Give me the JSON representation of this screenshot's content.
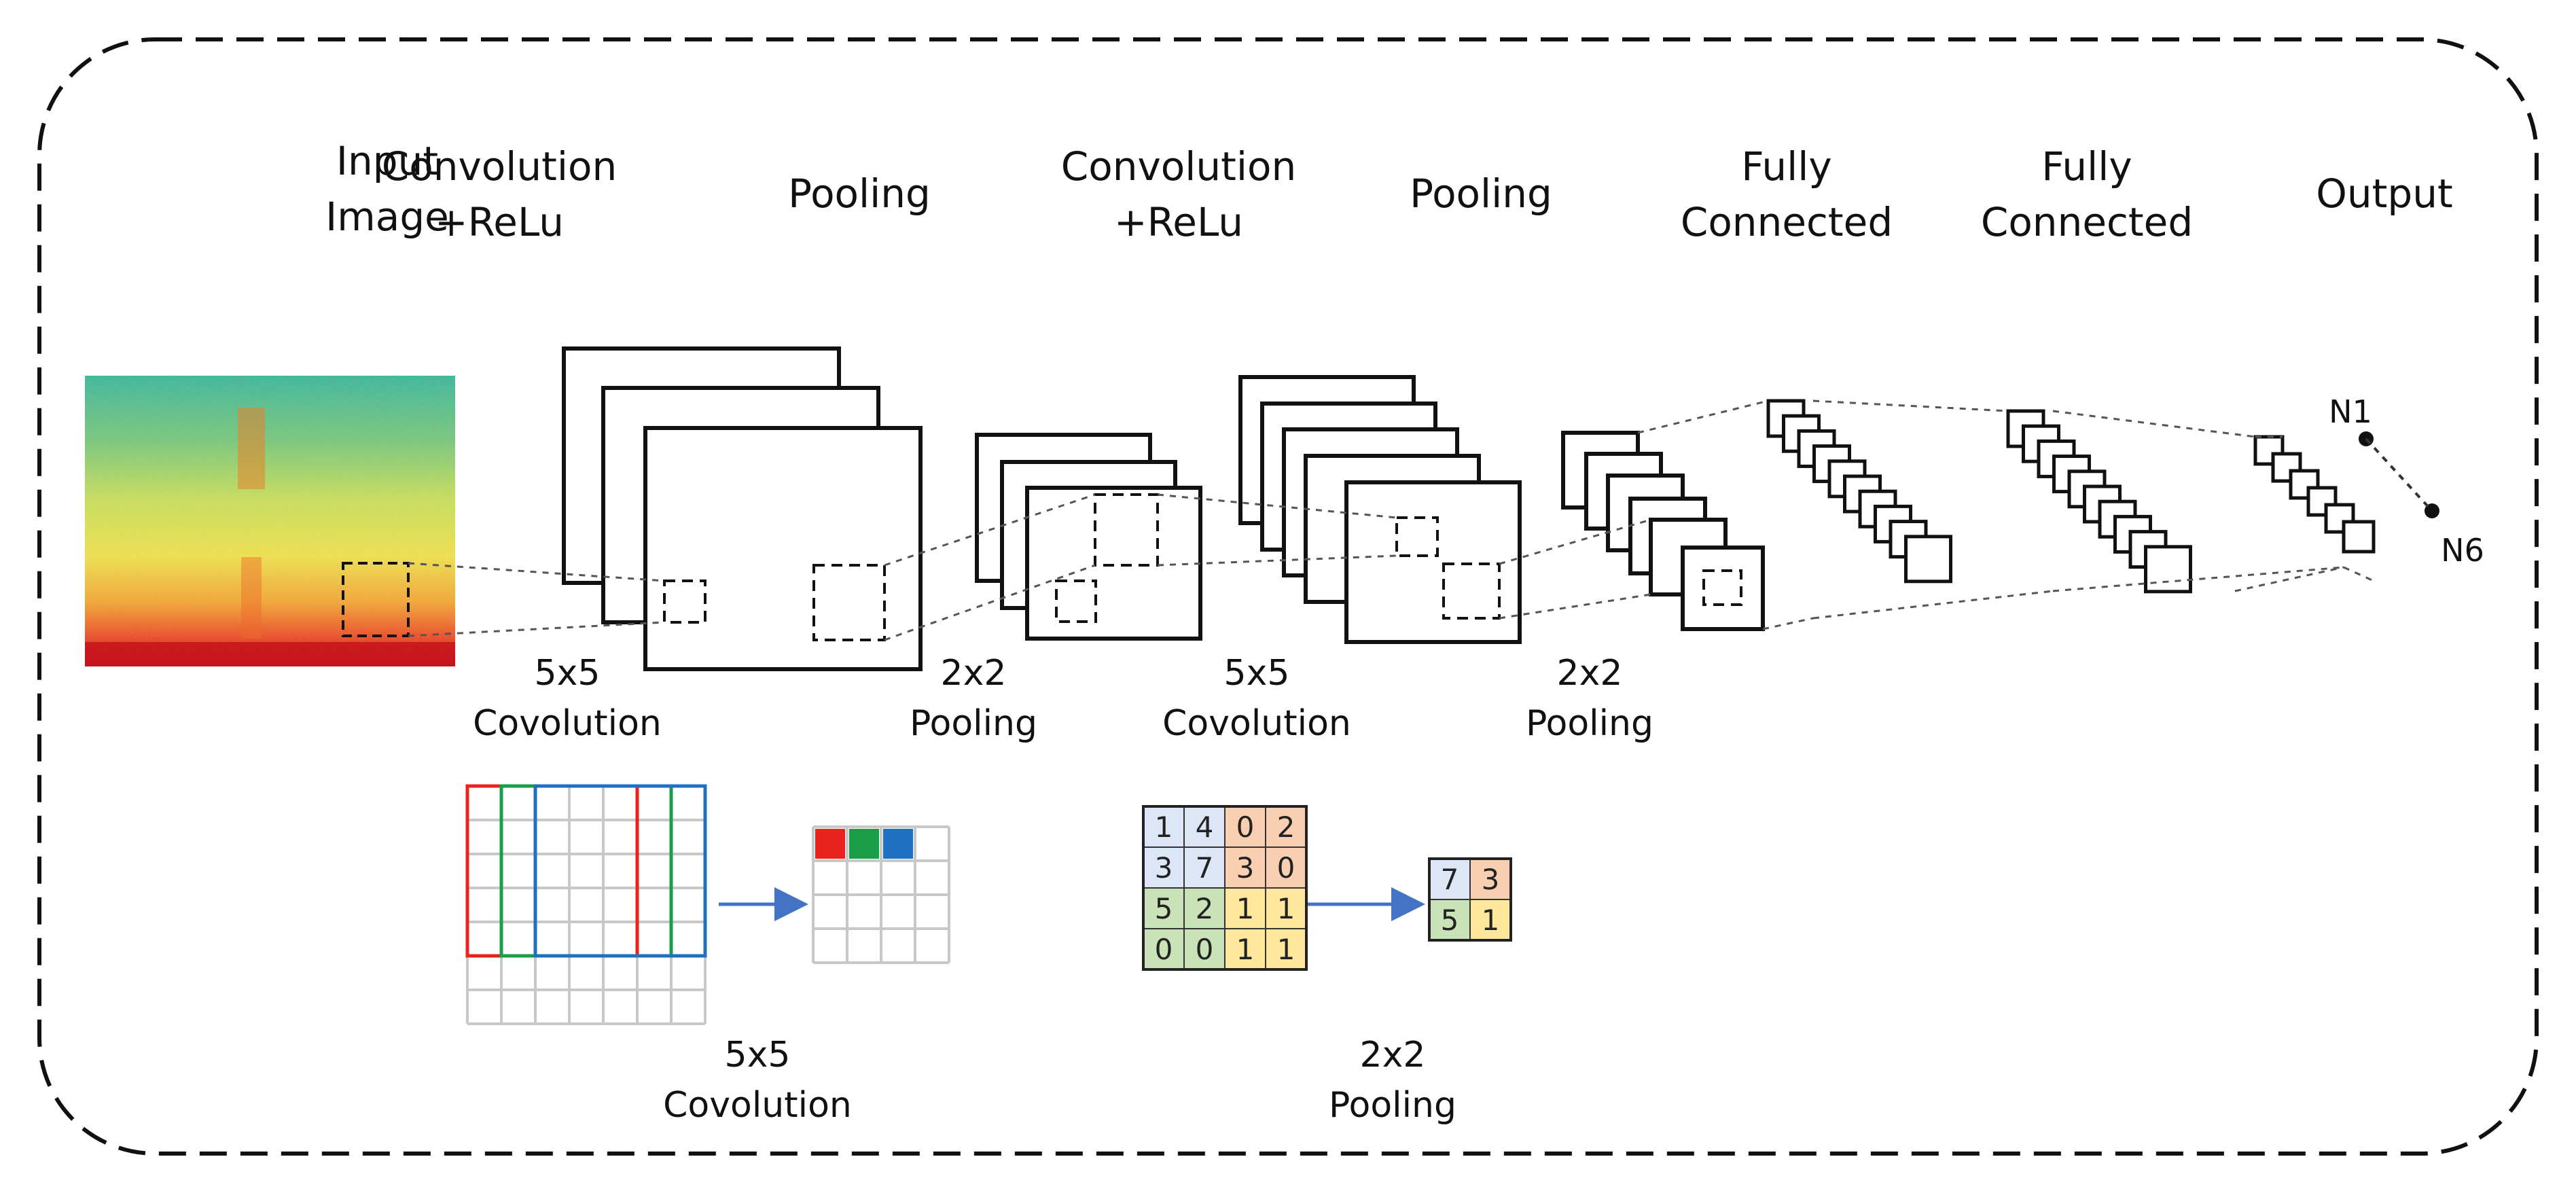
{
  "stages": {
    "input": {
      "title": [
        "Input",
        "Image"
      ]
    },
    "conv1": {
      "title": "Convolution",
      "activation": "+ReLu"
    },
    "pool1": {
      "title": "Pooling"
    },
    "conv2": {
      "title": "Convolution",
      "activation": "+ReLu"
    },
    "pool2": {
      "title": "Pooling"
    },
    "fc1": {
      "title": [
        "Fully",
        "Connected"
      ]
    },
    "fc2": {
      "title": [
        "Fully",
        "Connected"
      ]
    },
    "output": {
      "title": "Output",
      "first_node": "N1",
      "last_node": "N6"
    }
  },
  "op_labels": {
    "conv1": [
      "5x5",
      "Covolution"
    ],
    "pool1": [
      "2x2",
      "Pooling"
    ],
    "conv2": [
      "5x5",
      "Covolution"
    ],
    "pool2": [
      "2x2",
      "Pooling"
    ]
  },
  "conv_example": {
    "caption": [
      "5x5",
      "Covolution"
    ],
    "window_colors": [
      "#e8231e",
      "#1a9e47",
      "#1f6fc2"
    ]
  },
  "pool_example": {
    "caption": [
      "2x2",
      "Pooling"
    ],
    "input_grid": [
      [
        "1",
        "4",
        "0",
        "2"
      ],
      [
        "3",
        "7",
        "3",
        "0"
      ],
      [
        "5",
        "2",
        "1",
        "1"
      ],
      [
        "0",
        "0",
        "1",
        "1"
      ]
    ],
    "output_grid": [
      [
        "7",
        "3"
      ],
      [
        "5",
        "1"
      ]
    ],
    "quadrant_colors": [
      "#dce6f6",
      "#f9cfb2",
      "#c9e2b8",
      "#ffe79b"
    ]
  },
  "colors": {
    "title_red": "#e8231e",
    "arrow_blue": "#4472c4"
  }
}
